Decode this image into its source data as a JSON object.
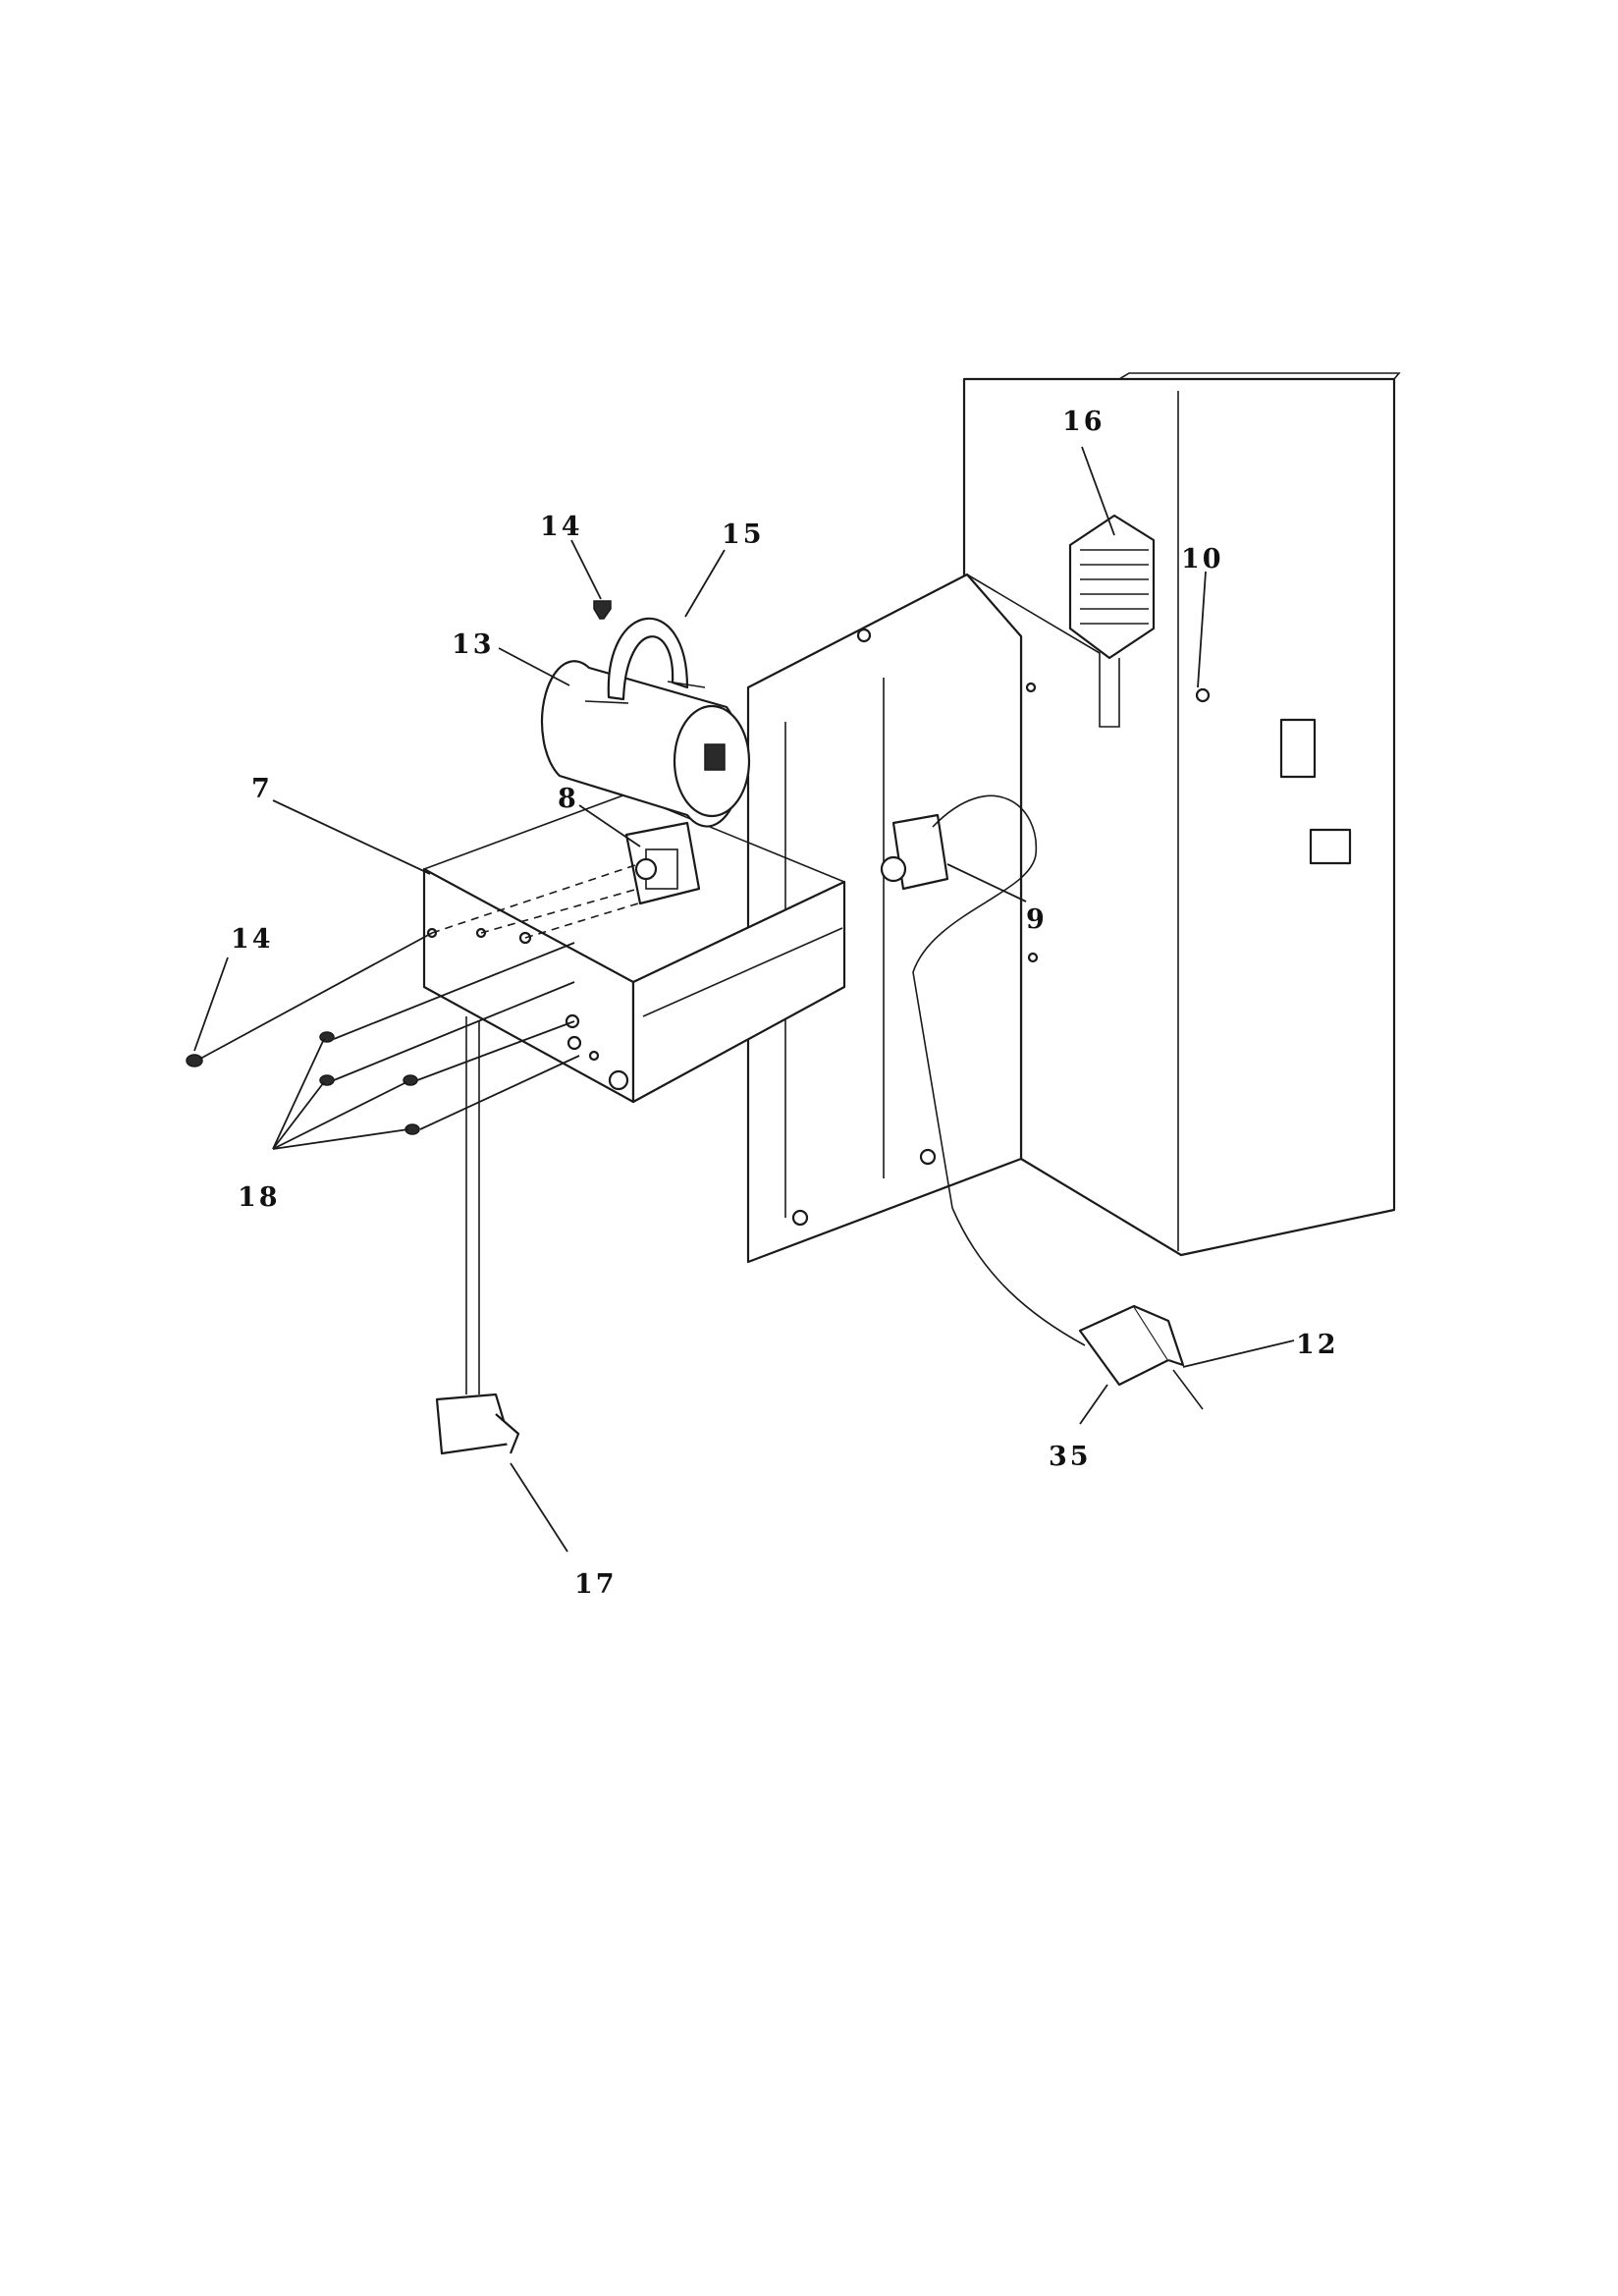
{
  "callouts": {
    "c16": "16",
    "c10": "10",
    "c14_top": "14",
    "c15": "15",
    "c13": "13",
    "c7": "7",
    "c8": "8",
    "c9": "9",
    "c14_left": "14",
    "c18": "18",
    "c12": "12",
    "c35": "35",
    "c17": "17"
  }
}
